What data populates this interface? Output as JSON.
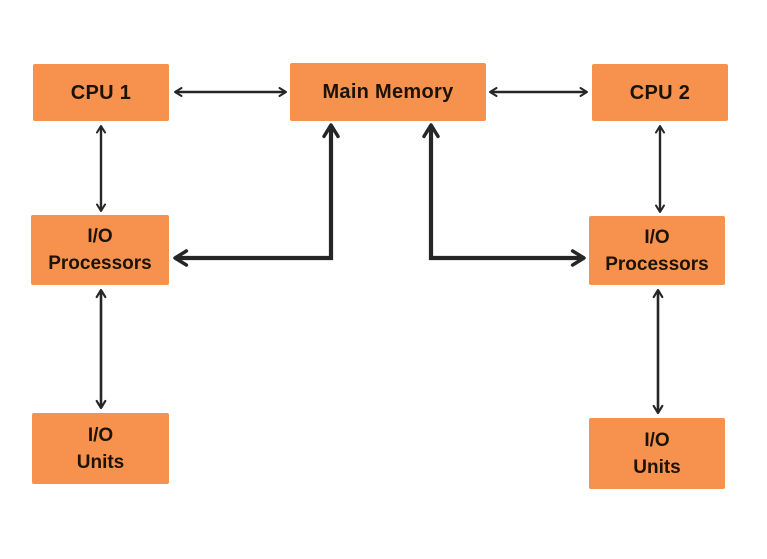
{
  "diagram": {
    "type": "block-diagram",
    "colors": {
      "node_fill": "#F6924D",
      "node_text": "#1B1307",
      "arrow": "#262626",
      "background": "#FFFFFF"
    },
    "nodes": {
      "cpu1": {
        "label": "CPU 1"
      },
      "main_memory": {
        "label": "Main Memory"
      },
      "cpu2": {
        "label": "CPU 2"
      },
      "io_processors_left": {
        "line1": "I/O",
        "line2": "Processors"
      },
      "io_processors_right": {
        "line1": "I/O",
        "line2": "Processors"
      },
      "io_units_left": {
        "line1": "I/O",
        "line2": "Units"
      },
      "io_units_right": {
        "line1": "I/O",
        "line2": "Units"
      }
    },
    "edges": [
      {
        "from": "cpu1",
        "to": "main_memory",
        "direction": "bidirectional",
        "shape": "straight",
        "weight": "thin"
      },
      {
        "from": "main_memory",
        "to": "cpu2",
        "direction": "bidirectional",
        "shape": "straight",
        "weight": "thin"
      },
      {
        "from": "cpu1",
        "to": "io_processors_left",
        "direction": "bidirectional",
        "shape": "straight",
        "weight": "thin"
      },
      {
        "from": "cpu2",
        "to": "io_processors_right",
        "direction": "bidirectional",
        "shape": "straight",
        "weight": "thin"
      },
      {
        "from": "io_processors_left",
        "to": "io_units_left",
        "direction": "bidirectional",
        "shape": "straight",
        "weight": "medium"
      },
      {
        "from": "io_processors_right",
        "to": "io_units_right",
        "direction": "bidirectional",
        "shape": "straight",
        "weight": "medium"
      },
      {
        "from": "main_memory",
        "to": "io_processors_left",
        "direction": "bidirectional",
        "shape": "elbow",
        "weight": "thick"
      },
      {
        "from": "main_memory",
        "to": "io_processors_right",
        "direction": "bidirectional",
        "shape": "elbow",
        "weight": "thick"
      }
    ]
  }
}
